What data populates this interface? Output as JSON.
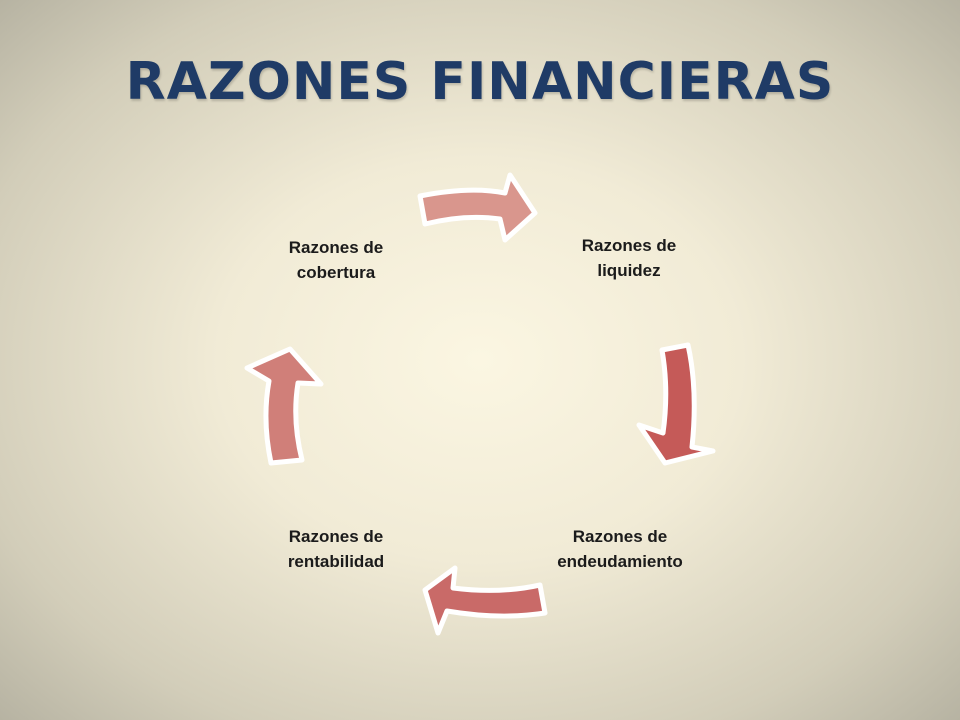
{
  "title": "RAZONES FINANCIERAS",
  "cycle": {
    "nodes": [
      {
        "label": "Razones de\nliquidez"
      },
      {
        "label": "Razones de\nendeudamiento"
      },
      {
        "label": "Razones de\nrentabilidad"
      },
      {
        "label": "Razones de\ncobertura"
      }
    ]
  },
  "colors": {
    "title": "#1f3b66",
    "arrow_fill_top": "#d9968d",
    "arrow_fill_right": "#c55a58",
    "arrow_fill_bottom": "#c96a68",
    "arrow_fill_left": "#d07f79",
    "arrow_outline": "#ffffff"
  }
}
